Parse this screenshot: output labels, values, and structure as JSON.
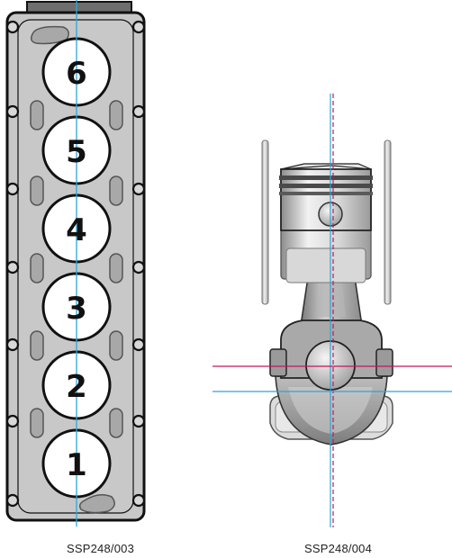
{
  "gasket": {
    "cylinders": [
      "6",
      "5",
      "4",
      "3",
      "2",
      "1"
    ]
  },
  "captions": {
    "left": "SSP248/003",
    "right": "SSP248/004"
  },
  "colors": {
    "gasket_fill": "#c8c8c8",
    "outline": "#111111",
    "centerline_blue": "#2aa7d9",
    "centerline_magenta": "#c4165c",
    "metal_light": "#e4e4e4",
    "metal_mid": "#bdbdbd",
    "metal_dark": "#8f8f8f"
  }
}
